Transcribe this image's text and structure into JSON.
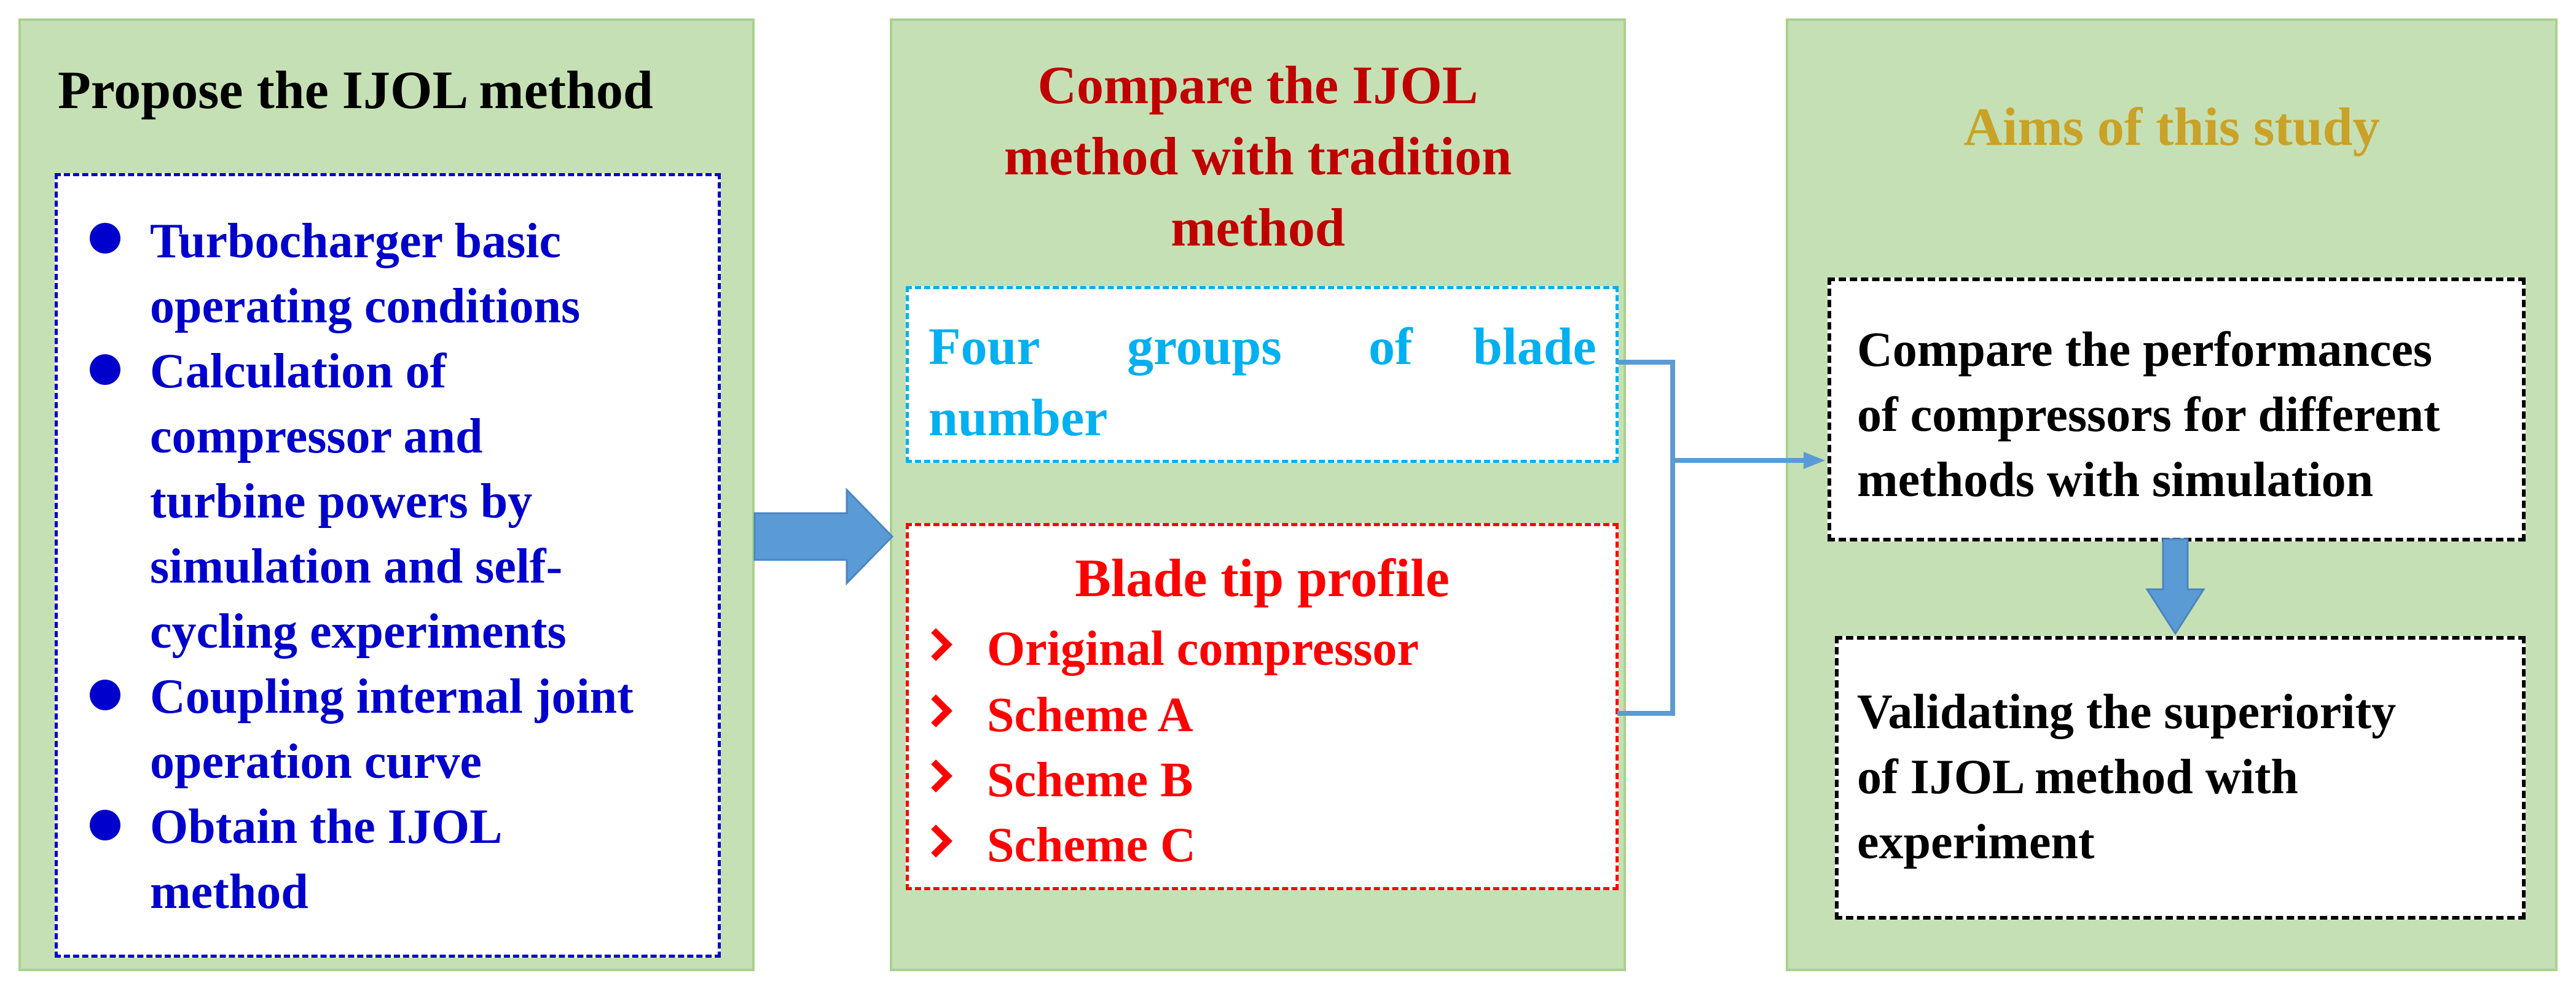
{
  "colors": {
    "panel_fill": "#c5e0b4",
    "panel_border": "#a9d18e",
    "blue_text": "#0000cc",
    "dark_red": "#c00000",
    "red": "#ff0000",
    "cyan": "#00b0f0",
    "gold": "#c9a227",
    "arrow": "#5b9bd5"
  },
  "left_panel": {
    "title": "Propose the IJOL method",
    "items": [
      [
        "Turbocharger basic",
        "operating conditions"
      ],
      [
        "Calculation of",
        "compressor and",
        "turbine powers by",
        "simulation and self-",
        "cycling experiments"
      ],
      [
        "Coupling internal joint",
        "operation curve"
      ],
      [
        "Obtain the IJOL",
        "method"
      ]
    ]
  },
  "middle_panel": {
    "title": [
      "Compare the IJOL",
      "method with tradition",
      "method"
    ],
    "blade_number": {
      "line1_words": [
        "Four",
        "groups",
        "of",
        "blade"
      ],
      "line2": "number"
    },
    "tip_profile": {
      "title": "Blade tip profile",
      "items": [
        "Original compressor",
        "Scheme A",
        "Scheme B",
        "Scheme C"
      ]
    }
  },
  "right_panel": {
    "title": "Aims of this study",
    "compare": [
      "Compare the performances",
      "of compressors for different",
      "methods with  simulation"
    ],
    "validate": [
      "Validating the superiority",
      "of IJOL method with",
      "experiment"
    ]
  }
}
